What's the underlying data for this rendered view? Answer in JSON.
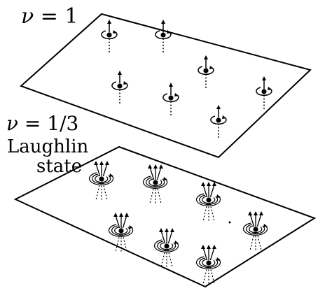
{
  "labels": {
    "top": {
      "symbol": "ν",
      "rest": " = 1"
    },
    "bottom": {
      "symbol": "ν",
      "rest": " = 1/3"
    },
    "laughlin": "Laughlin",
    "state": "state"
  },
  "colors": {
    "ink": "#000000",
    "background": "#ffffff"
  },
  "icons": {
    "single_vortex": "electron-with-one-flux-icon",
    "triple_vortex": "electron-with-three-flux-icon"
  }
}
